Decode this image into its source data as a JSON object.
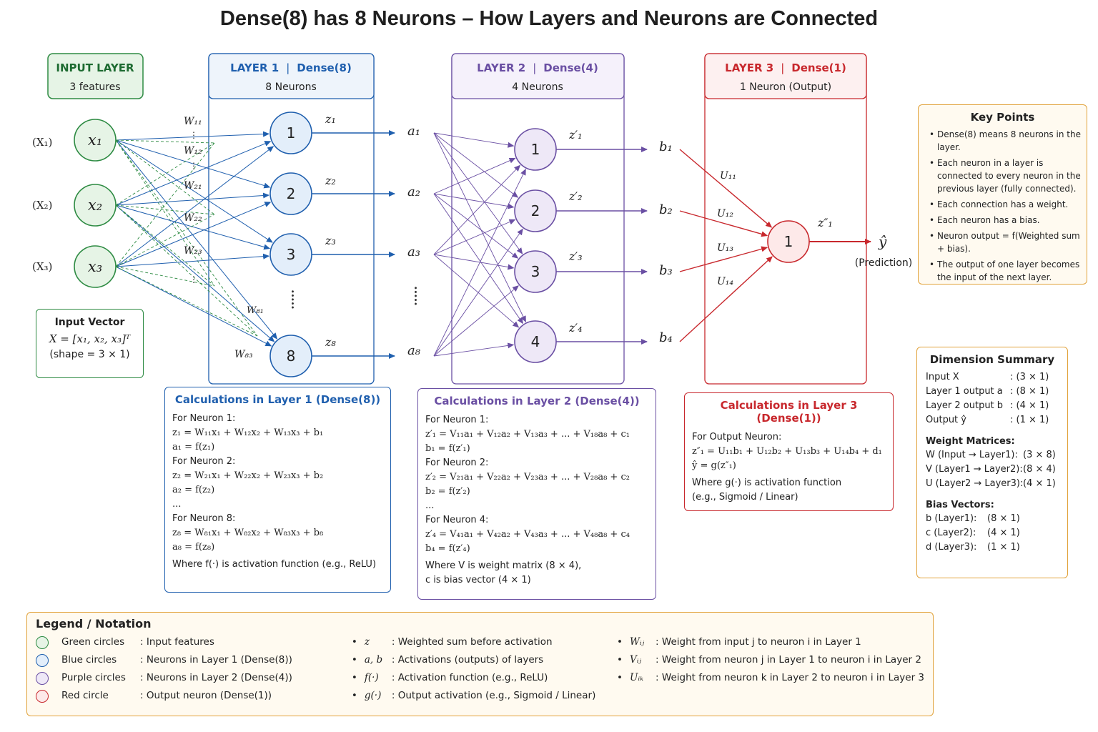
{
  "title": "Dense(8) has 8 Neurons – How Layers and Neurons are Connected",
  "colors": {
    "input": "#2e8b43",
    "input_fill": "#e6f4e6",
    "layer1": "#1f5fae",
    "layer1_fill": "#e3eefa",
    "layer2": "#6a4fa3",
    "layer2_fill": "#eee8f7",
    "layer3": "#c8282d",
    "layer3_fill": "#fde9e9",
    "key": "#e1a23a",
    "key_fill": "#fffaf0"
  },
  "input_layer": {
    "title": "INPUT LAYER",
    "subtitle": "3 features"
  },
  "layer1": {
    "title": "LAYER 1",
    "sep": "|",
    "type": "Dense(8)",
    "subtitle": "8 Neurons"
  },
  "layer2": {
    "title": "LAYER 2",
    "sep": "|",
    "type": "Dense(4)",
    "subtitle": "4 Neurons"
  },
  "layer3": {
    "title": "LAYER 3",
    "sep": "|",
    "type": "Dense(1)",
    "subtitle": "1 Neuron (Output)"
  },
  "diagram": {
    "input_side_labels": [
      "(X₁)",
      "(X₂)",
      "(X₃)"
    ],
    "input_nodes": [
      "x₁",
      "x₂",
      "x₃"
    ],
    "l1_nodes": [
      "1",
      "2",
      "3",
      "8"
    ],
    "l1_z": [
      "z₁",
      "z₂",
      "z₃",
      "z₈"
    ],
    "l1_a": [
      "a₁",
      "a₂",
      "a₃",
      "a₈"
    ],
    "l2_nodes": [
      "1",
      "2",
      "3",
      "4"
    ],
    "l2_z": [
      "z′₁",
      "z′₂",
      "z′₃",
      "z′₄"
    ],
    "l2_b": [
      "b₁",
      "b₂",
      "b₃",
      "b₄"
    ],
    "l3_node": "1",
    "l3_z": "z″₁",
    "output": "ŷ",
    "output_label": "(Prediction)",
    "w_labels": [
      "W₁₁",
      "W₁₂",
      "W₂₁",
      "W₂₂",
      "W₂₃",
      "W₈₁",
      "W₈₃"
    ],
    "u_labels": [
      "U₁₁",
      "U₁₂",
      "U₁₃",
      "U₁₄"
    ],
    "l1_ellipsis": ".....",
    "l1_a_ellipsis": ".....",
    "w_dots": [
      "⋮",
      "⋮",
      "⋮"
    ]
  },
  "input_vector": {
    "title": "Input Vector",
    "eq": "X = [x₁, x₂, x₃]ᵀ",
    "shape": "(shape = 3 × 1)"
  },
  "calc1": {
    "title": "Calculations in Layer 1 (Dense(8))",
    "lines": [
      {
        "text": "For Neuron 1:",
        "sans": true
      },
      {
        "text": "z₁ = W₁₁x₁ + W₁₂x₂ + W₁₃x₃ + b₁"
      },
      {
        "text": "a₁ = f(z₁)"
      },
      {
        "text": "For Neuron 2:",
        "sans": true
      },
      {
        "text": "z₂ = W₂₁x₁ + W₂₂x₂ + W₂₃x₃ + b₂"
      },
      {
        "text": "a₂ = f(z₂)"
      },
      {
        "text": "..."
      },
      {
        "text": "For Neuron 8:",
        "sans": true
      },
      {
        "text": "z₈ = W₈₁x₁ + W₈₂x₂ + W₈₃x₃ + b₈"
      },
      {
        "text": "a₈ = f(z₈)"
      },
      {
        "text": ""
      },
      {
        "text": "Where f(·) is activation function (e.g., ReLU)",
        "sans": true
      }
    ]
  },
  "calc2": {
    "title": "Calculations in Layer 2 (Dense(4))",
    "lines": [
      {
        "text": "For Neuron 1:",
        "sans": true
      },
      {
        "text": "z′₁ = V₁₁a₁ + V₁₂a₂ + V₁₃a₃ + ... + V₁₈a₈ + c₁"
      },
      {
        "text": "b₁ = f(z′₁)"
      },
      {
        "text": "For Neuron 2:",
        "sans": true
      },
      {
        "text": "z′₂ = V₂₁a₁ + V₂₂a₂ + V₂₃a₃ + ... + V₂₈a₈ + c₂"
      },
      {
        "text": "b₂ = f(z′₂)"
      },
      {
        "text": "..."
      },
      {
        "text": "For Neuron 4:",
        "sans": true
      },
      {
        "text": "z′₄ = V₄₁a₁ + V₄₂a₂ + V₄₃a₃ + ... + V₄₈a₈ + c₄"
      },
      {
        "text": "b₄ = f(z′₄)"
      },
      {
        "text": ""
      },
      {
        "text": "Where V is weight matrix (8 × 4),",
        "sans": true
      },
      {
        "text": "c is bias vector (4 × 1)",
        "sans": true
      }
    ]
  },
  "calc3": {
    "title": "Calculations in Layer 3 (Dense(1))",
    "lines": [
      {
        "text": "For Output Neuron:",
        "sans": true
      },
      {
        "text": "z″₁ = U₁₁b₁ + U₁₂b₂ + U₁₃b₃ + U₁₄b₄ + d₁"
      },
      {
        "text": "ŷ = g(z″₁)"
      },
      {
        "text": ""
      },
      {
        "text": "Where g(·) is activation function",
        "sans": true
      },
      {
        "text": "(e.g., Sigmoid / Linear)",
        "sans": true
      }
    ]
  },
  "key_points": {
    "title": "Key Points",
    "items": [
      "Dense(8) means 8 neurons in the layer.",
      "Each neuron in a layer is connected to every neuron in the previous layer (fully connected).",
      "Each connection has a weight.",
      "Each neuron has a bias.",
      "Neuron output = f(Weighted sum + bias).",
      "The output of one layer becomes the input of the next layer."
    ]
  },
  "dimension_summary": {
    "title": "Dimension Summary",
    "rows": [
      {
        "k": "Input X",
        "v": ": (3 × 1)"
      },
      {
        "k": "Layer 1 output a",
        "v": ": (8 × 1)"
      },
      {
        "k": "Layer 2 output b",
        "v": ": (4 × 1)"
      },
      {
        "k": "Output ŷ",
        "v": ": (1 × 1)"
      }
    ],
    "weights_title": "Weight Matrices:",
    "weights": [
      {
        "k": "W (Input → Layer1):",
        "v": "(3 × 8)"
      },
      {
        "k": "V (Layer1 → Layer2):",
        "v": "(8 × 4)"
      },
      {
        "k": "U (Layer2 → Layer3):",
        "v": "(4 × 1)"
      }
    ],
    "bias_title": "Bias Vectors:",
    "biases": [
      {
        "k": "b (Layer1):",
        "v": "(8 × 1)"
      },
      {
        "k": "c (Layer2):",
        "v": "(4 × 1)"
      },
      {
        "k": "d (Layer3):",
        "v": "(1 × 1)"
      }
    ]
  },
  "legend": {
    "title": "Legend / Notation",
    "colors": [
      {
        "name": "Green circles",
        "desc": ": Input features"
      },
      {
        "name": "Blue circles",
        "desc": ": Neurons in Layer 1 (Dense(8))"
      },
      {
        "name": "Purple circles",
        "desc": ": Neurons in Layer 2 (Dense(4))"
      },
      {
        "name": "Red circle",
        "desc": ": Output neuron (Dense(1))"
      }
    ],
    "symbols": [
      {
        "sym": "z",
        "desc": ": Weighted sum before activation"
      },
      {
        "sym": "a, b",
        "desc": ": Activations (outputs) of layers"
      },
      {
        "sym": "f(·)",
        "desc": ": Activation function (e.g., ReLU)"
      },
      {
        "sym": "g(·)",
        "desc": ": Output activation (e.g., Sigmoid / Linear)"
      }
    ],
    "weights": [
      {
        "sym": "Wᵢⱼ",
        "desc": ": Weight from input j to neuron i in Layer 1"
      },
      {
        "sym": "Vᵢⱼ",
        "desc": ": Weight from neuron j in Layer 1 to neuron i in Layer 2"
      },
      {
        "sym": "Uᵢₖ",
        "desc": ": Weight from neuron k in Layer 2 to neuron i in Layer 3"
      }
    ],
    "bullet": "•"
  }
}
